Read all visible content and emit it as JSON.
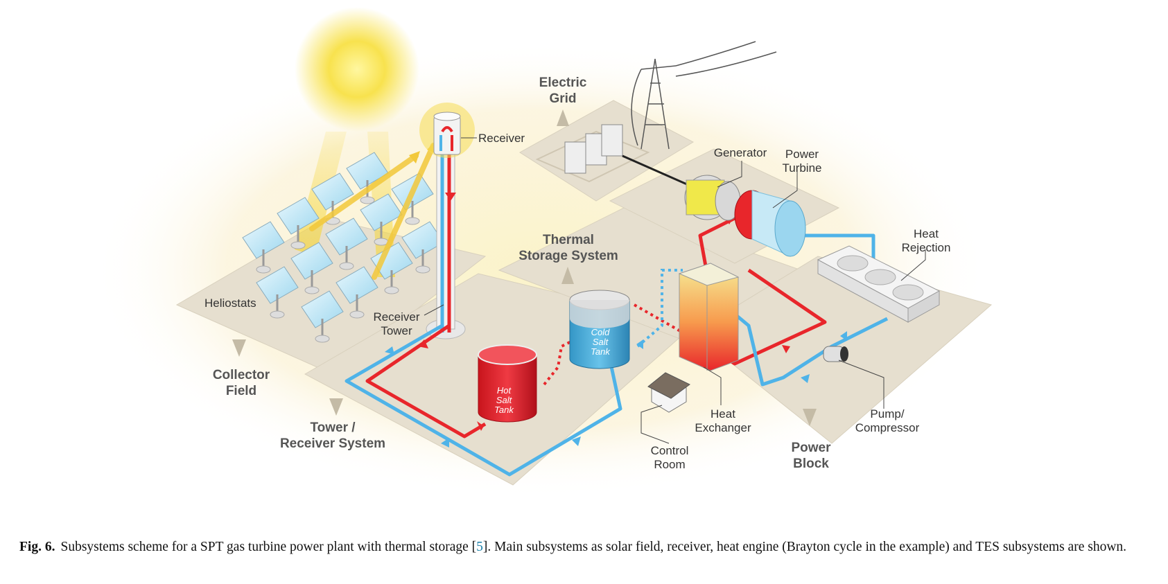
{
  "diagram": {
    "regions": {
      "collector_field": [
        "Collector",
        "Field"
      ],
      "tower_receiver": [
        "Tower /",
        "Receiver System"
      ],
      "thermal_storage": [
        "Thermal",
        "Storage System"
      ],
      "electric_grid": [
        "Electric",
        "Grid"
      ],
      "power_block": [
        "Power",
        "Block"
      ]
    },
    "components": {
      "receiver": "Receiver",
      "heliostats": "Heliostats",
      "receiver_tower": [
        "Receiver",
        "Tower"
      ],
      "generator": "Generator",
      "power_turbine": [
        "Power",
        "Turbine"
      ],
      "heat_rejection": [
        "Heat",
        "Rejection"
      ],
      "heat_exchanger": [
        "Heat",
        "Exchanger"
      ],
      "pump_compressor": [
        "Pump/",
        "Compressor"
      ],
      "control_room": [
        "Control",
        "Room"
      ]
    },
    "tanks": {
      "hot": [
        "Hot",
        "Salt",
        "Tank"
      ],
      "cold": [
        "Cold",
        "Salt",
        "Tank"
      ]
    },
    "colors": {
      "hot_flow": "#e8262b",
      "cold_flow": "#4fb3e8",
      "ground": "#e6dfcf",
      "sun": "#f7e04a"
    }
  },
  "caption": {
    "label": "Fig. 6.",
    "text_before_ref": "Subsystems scheme for a SPT gas turbine power plant with thermal storage [",
    "ref": "5",
    "text_after_ref": "]. Main subsystems as solar field, receiver, heat engine (Brayton cycle in the example) and TES subsystems are shown."
  }
}
